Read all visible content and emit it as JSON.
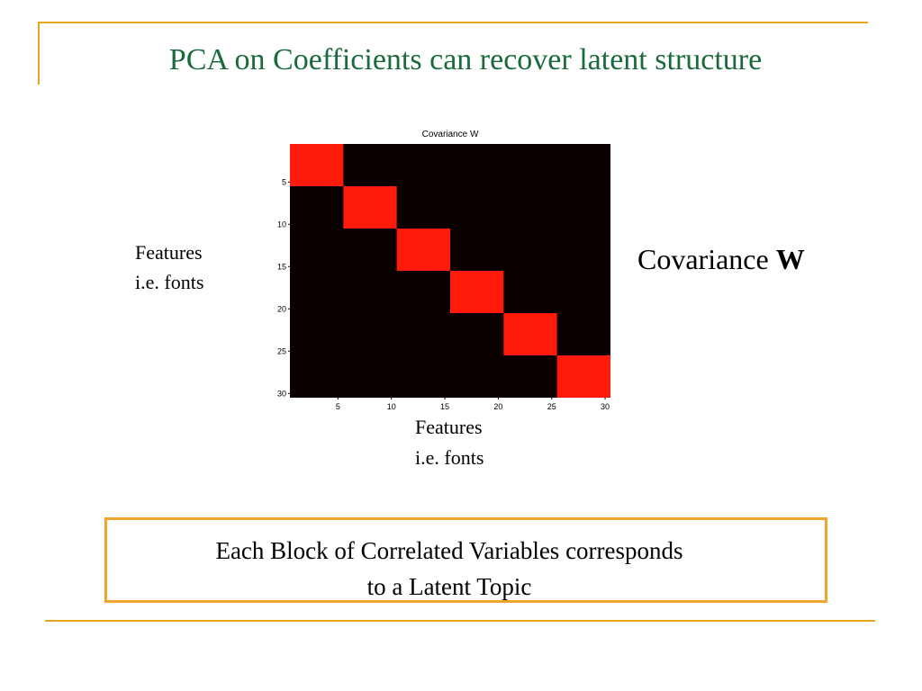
{
  "slide": {
    "title": "PCA on Coefficients can recover latent structure",
    "left_label_line1": "Features",
    "left_label_line2": "i.e. fonts",
    "bottom_label_line1": "Features",
    "bottom_label_line2": "i.e. fonts",
    "right_label_text": "Covariance ",
    "right_label_bold": "W",
    "callout_line1": "Each Block of Correlated Variables corresponds",
    "callout_line2": "to a Latent Topic"
  },
  "colors": {
    "accent_rule": "#e8a41f",
    "title": "#1a6b3c",
    "callout_border": "#f2a52e",
    "block": "#ff1a0a",
    "background_cell": "#0a0000"
  },
  "chart_data": {
    "type": "heatmap",
    "title": "Covariance W",
    "size": 30,
    "xlim": [
      0.5,
      30.5
    ],
    "ylim": [
      0.5,
      30.5
    ],
    "x_ticks": [
      5,
      10,
      15,
      20,
      25,
      30
    ],
    "y_ticks": [
      5,
      10,
      15,
      20,
      25,
      30
    ],
    "blocks": [
      {
        "start": 1,
        "end": 5,
        "value": 1
      },
      {
        "start": 6,
        "end": 10,
        "value": 1
      },
      {
        "start": 11,
        "end": 15,
        "value": 1
      },
      {
        "start": 16,
        "end": 20,
        "value": 1
      },
      {
        "start": 21,
        "end": 25,
        "value": 1
      },
      {
        "start": 26,
        "end": 30,
        "value": 1
      }
    ],
    "off_block_value": 0
  }
}
